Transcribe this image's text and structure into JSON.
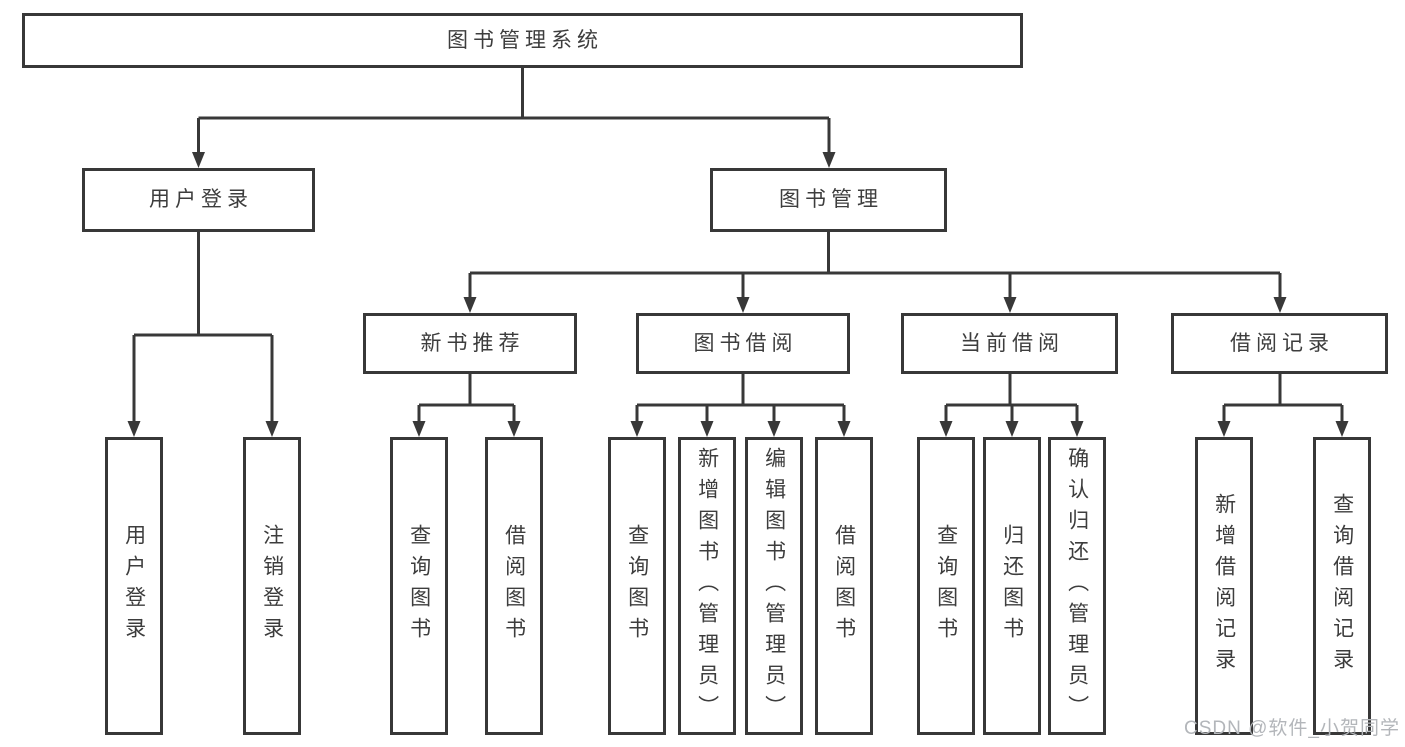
{
  "diagram": {
    "title": "图书管理系统",
    "watermark": "CSDN @软件_小贺同学",
    "branches": [
      {
        "label": "用户登录",
        "leaves": [
          "用户登录",
          "注销登录"
        ]
      },
      {
        "label": "图书管理",
        "sections": [
          {
            "label": "新书推荐",
            "leaves": [
              "查询图书",
              "借阅图书"
            ]
          },
          {
            "label": "图书借阅",
            "leaves": [
              "查询图书",
              "新增图书（管理员）",
              "编辑图书（管理员）",
              "借阅图书"
            ]
          },
          {
            "label": "当前借阅",
            "leaves": [
              "查询图书",
              "归还图书",
              "确认归还（管理员）"
            ]
          },
          {
            "label": "借阅记录",
            "leaves": [
              "新增借阅记录",
              "查询借阅记录"
            ]
          }
        ]
      }
    ]
  }
}
